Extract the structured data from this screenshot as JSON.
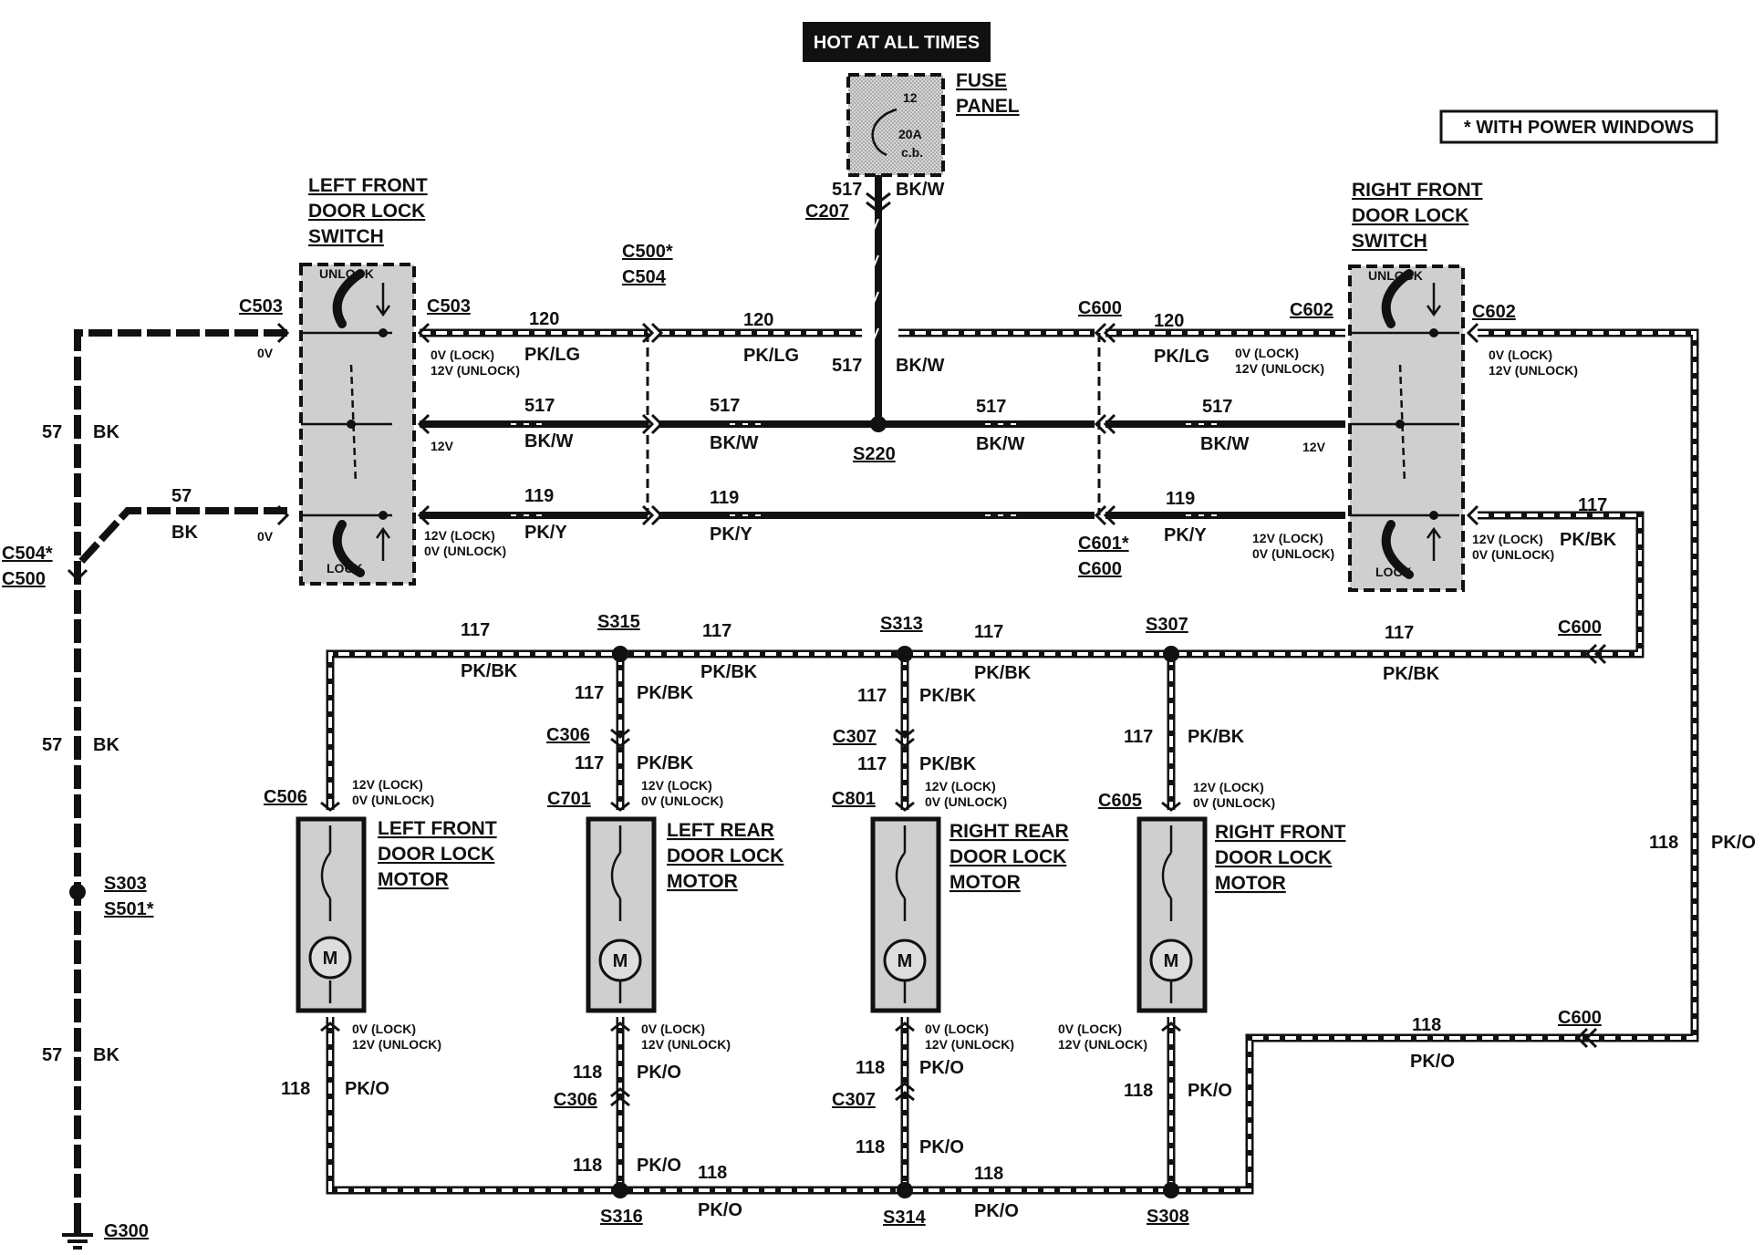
{
  "header": {
    "hot_at_all_times": "HOT AT ALL TIMES"
  },
  "fuse": {
    "title_line1": "FUSE",
    "title_line2": "PANEL",
    "number": "12",
    "rating": "20A",
    "type": "c.b."
  },
  "legend": {
    "note": "* WITH POWER WINDOWS"
  },
  "switches": {
    "left": {
      "title": [
        "LEFT FRONT",
        "DOOR LOCK",
        "SWITCH"
      ],
      "unlock": "UNLOCK",
      "lock": "LOCK"
    },
    "right": {
      "title": [
        "RIGHT FRONT",
        "DOOR LOCK",
        "SWITCH"
      ],
      "unlock": "UNLOCK",
      "lock": "LOCK"
    }
  },
  "motors": {
    "lf": {
      "title": [
        "LEFT FRONT",
        "DOOR LOCK",
        "MOTOR"
      ],
      "symbol": "M"
    },
    "lr": {
      "title": [
        "LEFT REAR",
        "DOOR LOCK",
        "MOTOR"
      ],
      "symbol": "M"
    },
    "rr": {
      "title": [
        "RIGHT REAR",
        "DOOR LOCK",
        "MOTOR"
      ],
      "symbol": "M"
    },
    "rf": {
      "title": [
        "RIGHT FRONT",
        "DOOR LOCK",
        "MOTOR"
      ],
      "symbol": "M"
    }
  },
  "connectors": {
    "c503a": "C503",
    "c503b": "C503",
    "c500s": "C500*",
    "c504": "C504",
    "c207": "C207",
    "c600a": "C600",
    "c602a": "C602",
    "c602b": "C602",
    "c601s": "C601*",
    "c600b": "C600",
    "c600c": "C600",
    "c600d": "C600",
    "c504s": "C504*",
    "c500": "C500",
    "c506": "C506",
    "c701": "C701",
    "c801": "C801",
    "c605": "C605",
    "c306a": "C306",
    "c307a": "C307",
    "c306b": "C306",
    "c307b": "C307"
  },
  "splices": {
    "s220": "S220",
    "s315": "S315",
    "s313": "S313",
    "s307": "S307",
    "s316": "S316",
    "s314": "S314",
    "s308": "S308",
    "s303": "S303",
    "s501": "S501*",
    "g300": "G300"
  },
  "circuits": {
    "c517": "517",
    "bkw": "BK/W",
    "c120": "120",
    "pklg": "PK/LG",
    "c119": "119",
    "pky": "PK/Y",
    "c117": "117",
    "pkbk": "PK/BK",
    "c118": "118",
    "pko": "PK/O",
    "c57": "57",
    "bk": "BK"
  },
  "voltages": {
    "v0": "0V",
    "v12": "12V",
    "lock0": "0V (LOCK)",
    "unlock12": "12V (UNLOCK)",
    "lock12": "12V (LOCK)",
    "unlock0": "0V (UNLOCK)"
  }
}
